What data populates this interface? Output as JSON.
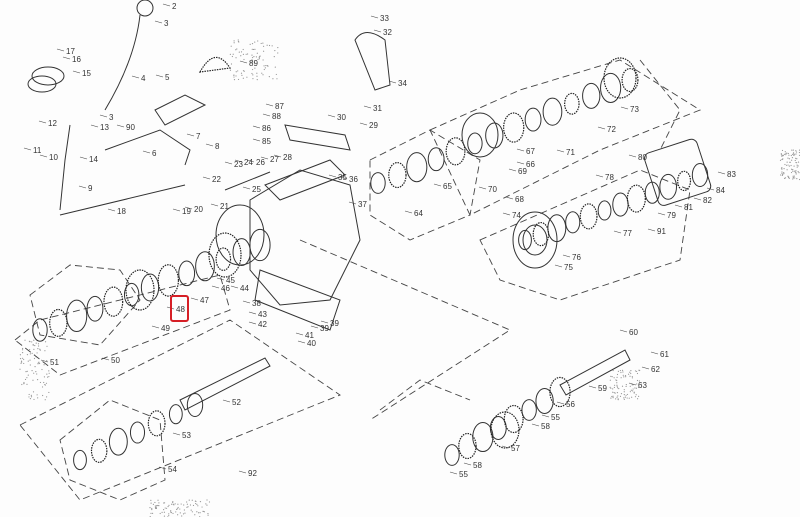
{
  "diagram": {
    "title": "Transmission exploded parts diagram",
    "highlighted_label": "48",
    "highlight_color": "#d61f26",
    "labels": [
      "2",
      "3",
      "17",
      "16",
      "15",
      "4",
      "5",
      "89",
      "33",
      "32",
      "34",
      "12",
      "3",
      "13",
      "90",
      "87",
      "88",
      "86",
      "85",
      "31",
      "30",
      "29",
      "11",
      "10",
      "14",
      "6",
      "7",
      "8",
      "9",
      "23",
      "24",
      "26",
      "27",
      "28",
      "25",
      "22",
      "35",
      "36",
      "37",
      "18",
      "19",
      "20",
      "21",
      "73",
      "72",
      "71",
      "67",
      "66",
      "65",
      "69",
      "70",
      "68",
      "64",
      "80",
      "78",
      "83",
      "84",
      "82",
      "81",
      "79",
      "77",
      "74",
      "76",
      "75",
      "91",
      "45",
      "46",
      "44",
      "47",
      "48",
      "38",
      "43",
      "42",
      "39",
      "39",
      "41",
      "40",
      "49",
      "50",
      "51",
      "52",
      "53",
      "54",
      "92",
      "60",
      "61",
      "62",
      "63",
      "59",
      "56",
      "55",
      "58",
      "57",
      "58",
      "55"
    ]
  }
}
